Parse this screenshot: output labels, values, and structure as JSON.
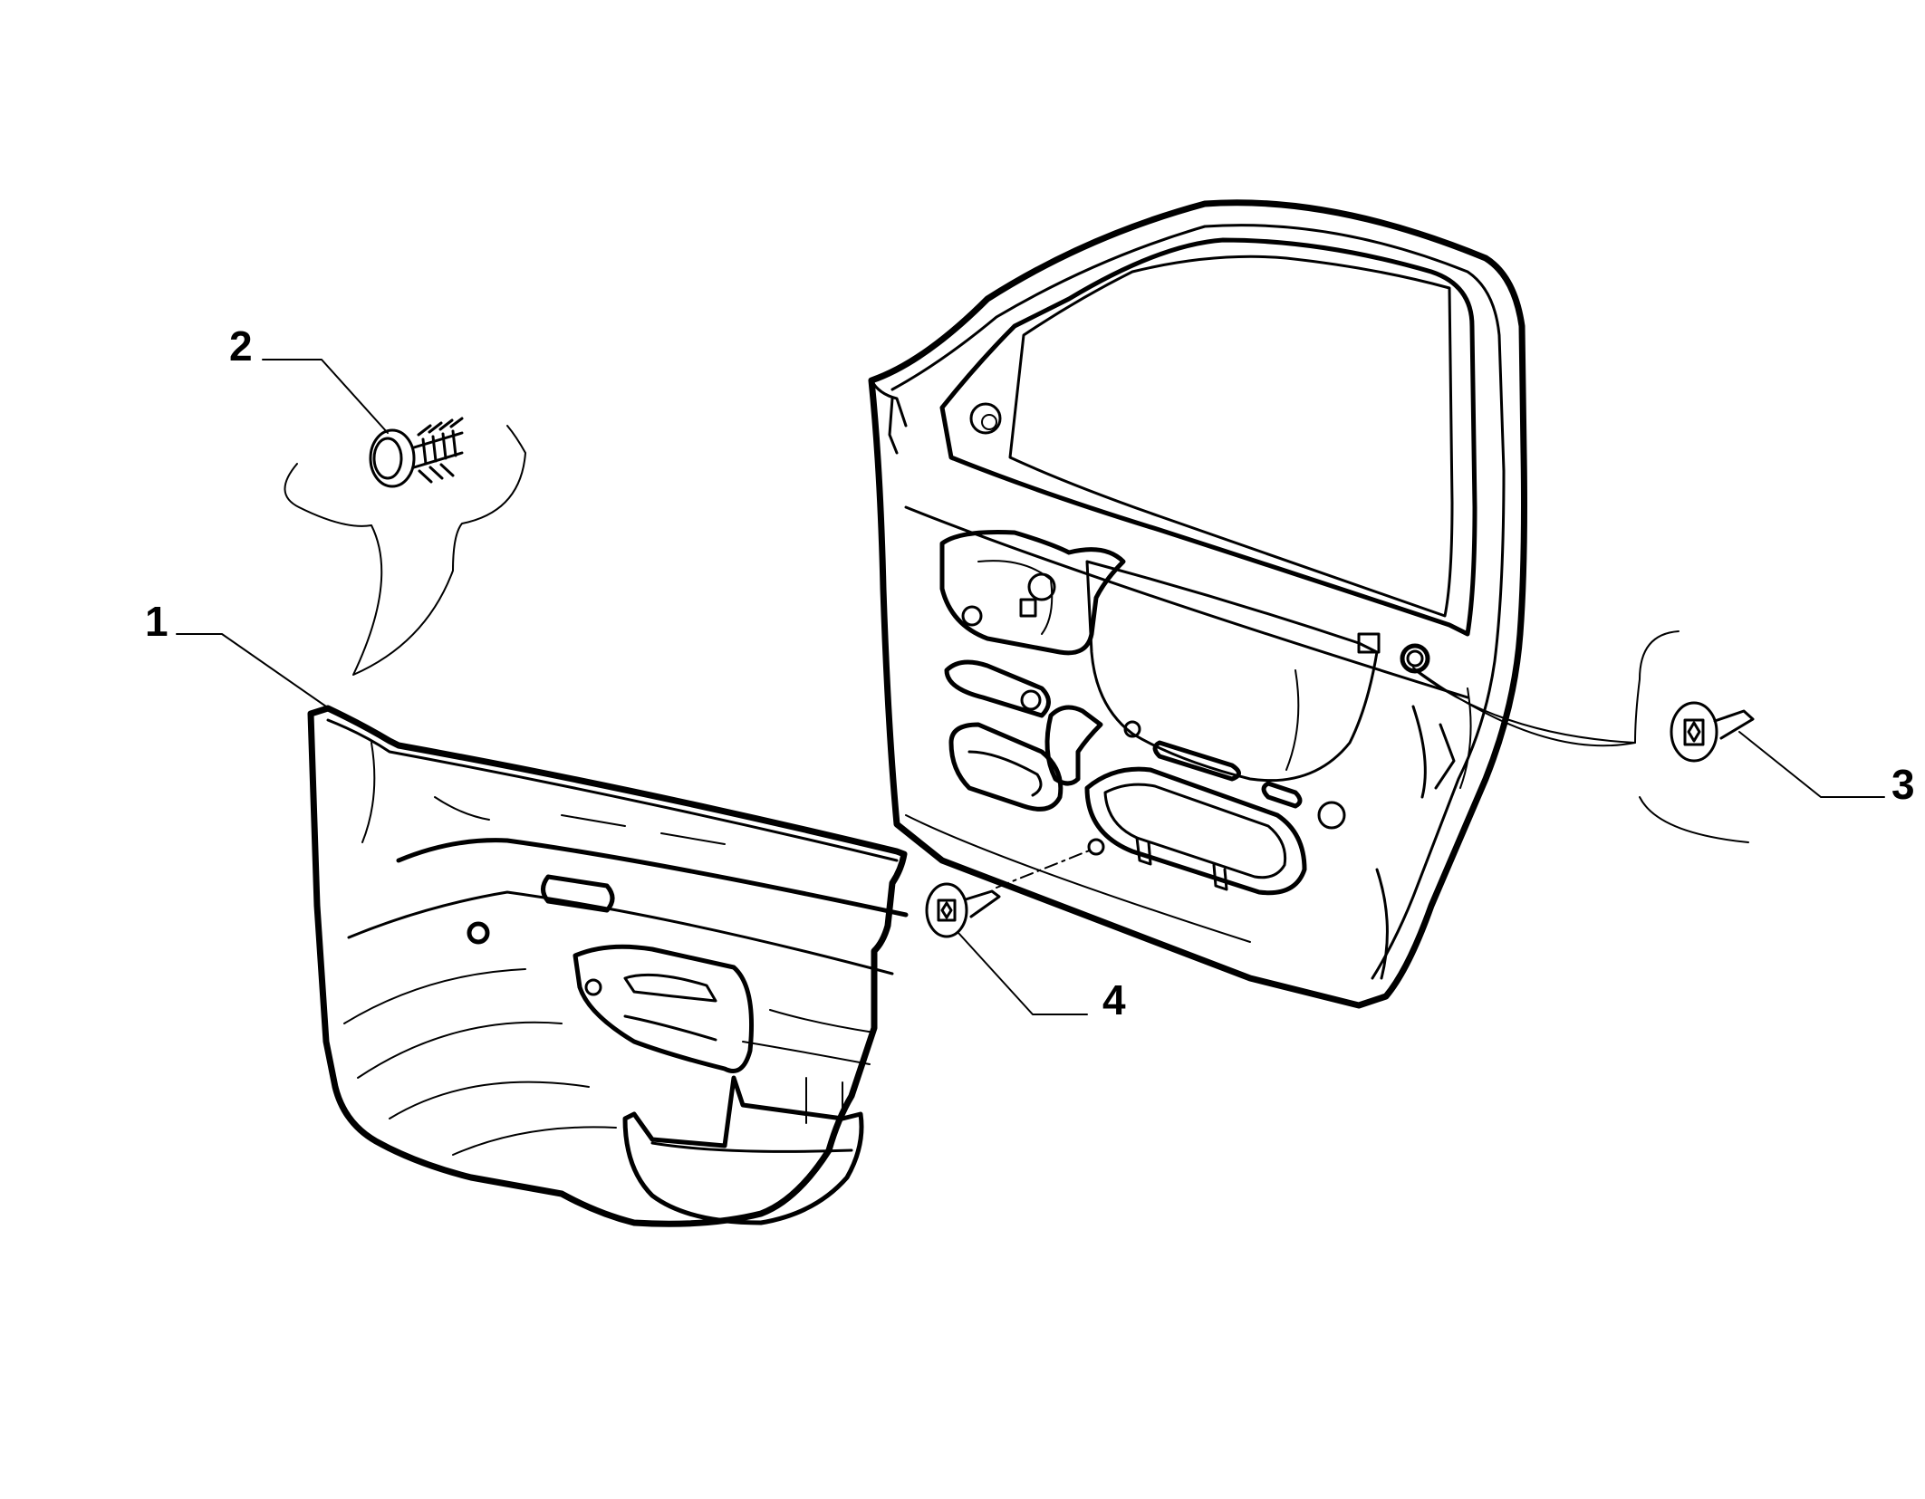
{
  "callouts": [
    {
      "id": "1",
      "label": "1",
      "part": "door-trim-panel"
    },
    {
      "id": "2",
      "label": "2",
      "part": "trim-clip"
    },
    {
      "id": "3",
      "label": "3",
      "part": "rivet-upper"
    },
    {
      "id": "4",
      "label": "4",
      "part": "rivet-lower"
    }
  ],
  "colors": {
    "line": "#000000",
    "background": "#ffffff"
  }
}
